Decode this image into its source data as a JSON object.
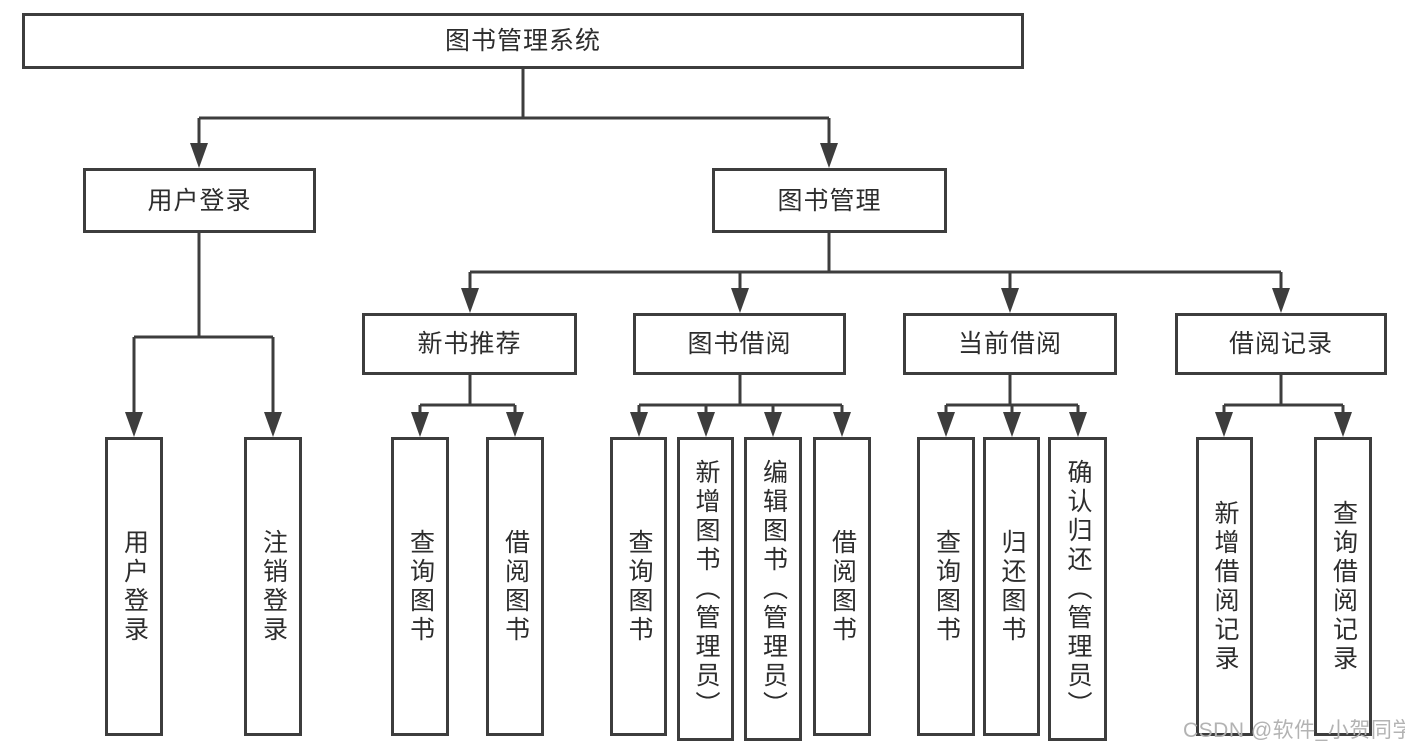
{
  "tree": {
    "root": {
      "label": "图书管理系统"
    },
    "user_login": {
      "label": "用户登录",
      "children": [
        {
          "label": "用户登录"
        },
        {
          "label": "注销登录"
        }
      ]
    },
    "book_management": {
      "label": "图书管理",
      "sections": [
        {
          "label": "新书推荐",
          "children": [
            {
              "label": "查询图书"
            },
            {
              "label": "借阅图书"
            }
          ]
        },
        {
          "label": "图书借阅",
          "children": [
            {
              "label": "查询图书"
            },
            {
              "label": "新增图书（管理员）"
            },
            {
              "label": "编辑图书（管理员）"
            },
            {
              "label": "借阅图书"
            }
          ]
        },
        {
          "label": "当前借阅",
          "children": [
            {
              "label": "查询图书"
            },
            {
              "label": "归还图书"
            },
            {
              "label": "确认归还（管理员）"
            }
          ]
        },
        {
          "label": "借阅记录",
          "children": [
            {
              "label": "新增借阅记录"
            },
            {
              "label": "查询借阅记录"
            }
          ]
        }
      ]
    }
  },
  "watermark": {
    "text": "CSDN @软件_小贺同学"
  },
  "colors": {
    "line": "#3d3d3d",
    "box_border": "#3d3d3d",
    "text": "#2d2d2d",
    "watermark": "#b3b3b3",
    "background": "#ffffff"
  }
}
